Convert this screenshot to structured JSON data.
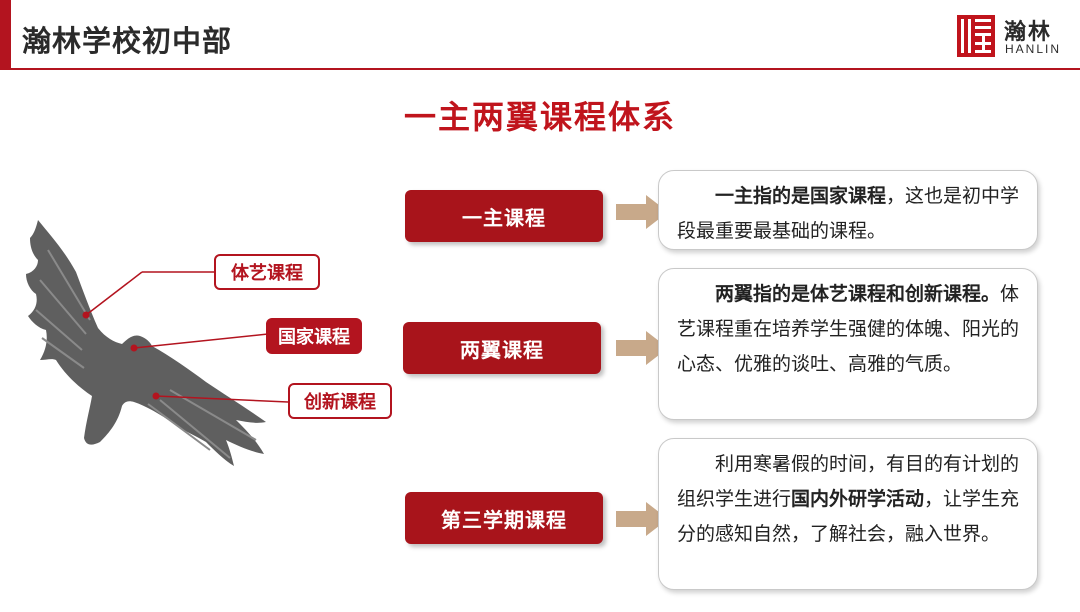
{
  "header": {
    "title": "瀚林学校初中部",
    "logo_cn": "瀚林",
    "logo_en": "HANLIN",
    "colors": {
      "accent": "#b3141f"
    }
  },
  "page_title": "一主两翼课程体系",
  "eagle": {
    "icon": "eagle-silhouette-icon",
    "tags": {
      "arts": "体艺课程",
      "national": "国家课程",
      "innovation": "创新课程"
    }
  },
  "courses": [
    {
      "label": "一主课程"
    },
    {
      "label": "两翼课程"
    },
    {
      "label": "第三学期课程"
    }
  ],
  "descriptions": {
    "main": {
      "bold": "一主指的是国家课程",
      "rest": "，这也是初中学段最重要最基础的课程。"
    },
    "wings": {
      "bold": "两翼指的是体艺课程和创新课程。",
      "rest": "体艺课程重在培养学生强健的体魄、阳光的心态、优雅的谈吐、高雅的气质。"
    },
    "third": {
      "pre": "利用寒暑假的时间，有目的有计划的组织学生进行",
      "bold": "国内外研学活动",
      "post": "，让学生充分的感知自然，了解社会，融入世界。"
    }
  }
}
